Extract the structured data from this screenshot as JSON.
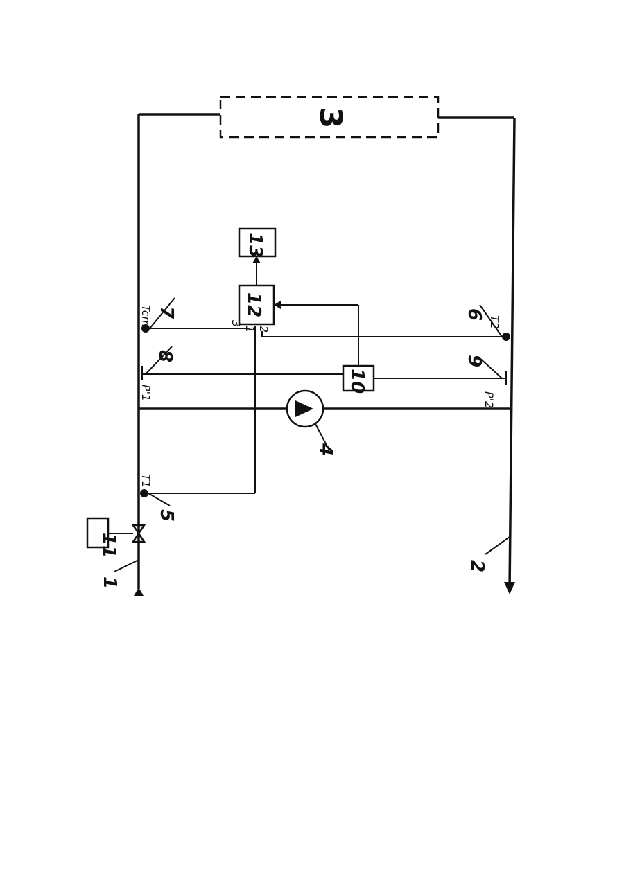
{
  "diagram": {
    "labels": {
      "n1": "1",
      "n2": "2",
      "n3": "3",
      "n4": "4",
      "n5": "5",
      "n6": "6",
      "n7": "7",
      "n8": "8",
      "n9": "9",
      "n10": "10",
      "n11": "11",
      "n12": "12",
      "n13": "13"
    },
    "sensor_labels": {
      "t1": "T1",
      "t2": "T2",
      "tcm": "Tcm",
      "p1": "P'1",
      "p2": "P'2"
    },
    "port_labels": {
      "p3": "3",
      "p1": "1",
      "p2": "2"
    }
  }
}
